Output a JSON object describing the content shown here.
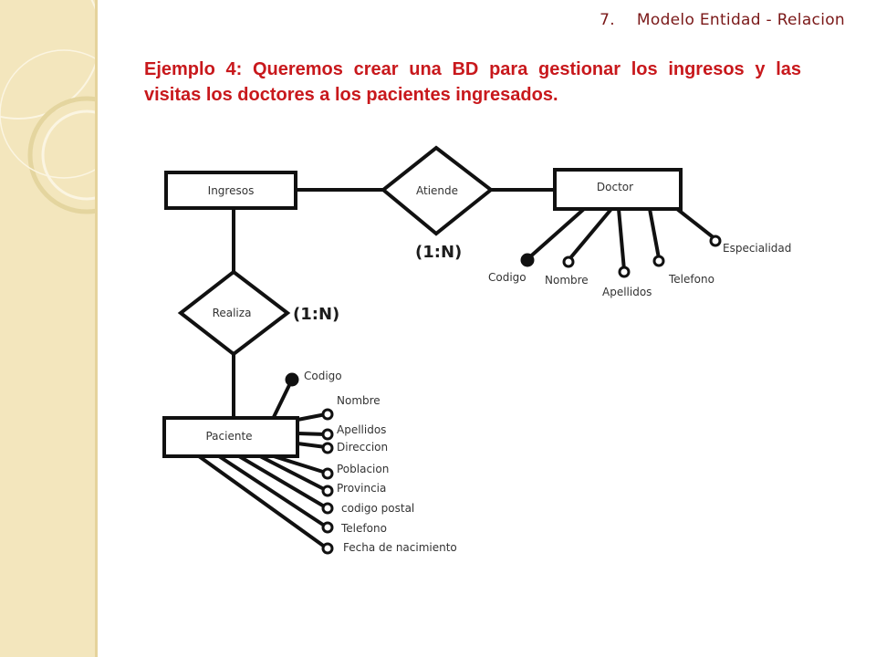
{
  "header": {
    "number": "7.",
    "title": "Modelo Entidad - Relacion"
  },
  "intro": {
    "text": "Ejemplo 4: Queremos crear una BD para gestionar los ingresos y las visitas los doctores a los pacientes ingresados."
  },
  "diagram": {
    "entities": {
      "ingresos": "Ingresos",
      "doctor": "Doctor",
      "paciente": "Paciente"
    },
    "relationships": {
      "atiende": "Atiende",
      "realiza": "Realiza"
    },
    "cardinalities": {
      "atiende": "(1:N)",
      "realiza": "(1:N)"
    },
    "doctor_attributes": [
      "Codigo",
      "Nombre",
      "Apellidos",
      "Telefono",
      "Especialidad"
    ],
    "paciente_attributes": [
      "Codigo",
      "Nombre",
      "Apellidos",
      "Direccion",
      "Poblacion",
      "Provincia",
      "codigo postal",
      "Telefono",
      "Fecha de nacimiento"
    ]
  },
  "colors": {
    "sidebar": "#f3e6bd",
    "header_text": "#7a1818",
    "intro_text": "#c8181c",
    "diagram_ink": "#111111"
  }
}
